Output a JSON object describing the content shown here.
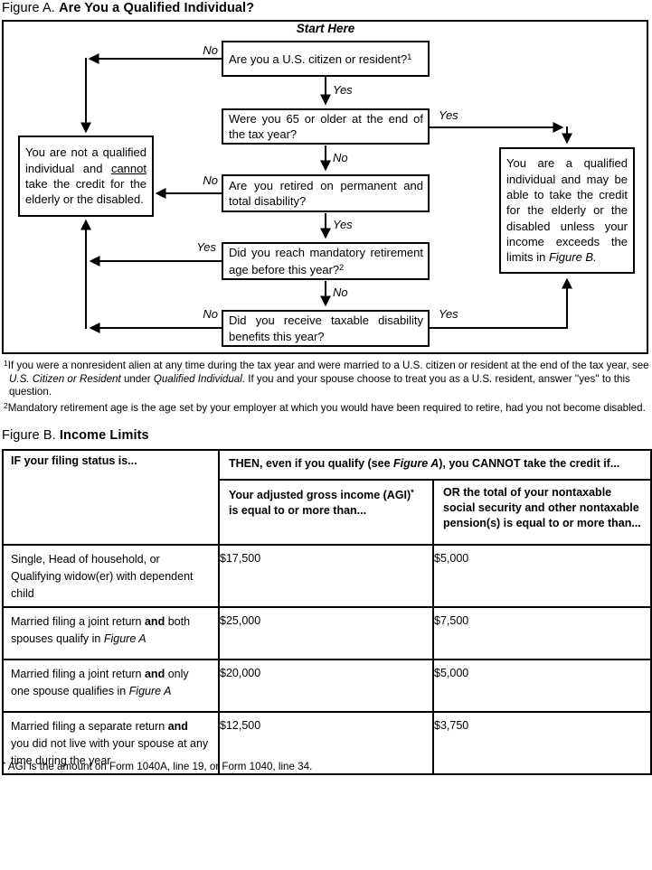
{
  "figure_a": {
    "label": "Figure A.",
    "title": "Are You a Qualified Individual?",
    "start_here": "Start Here",
    "questions": {
      "q1": {
        "text": "Are you a U.S. citizen or resident?",
        "footnote_ref": "1"
      },
      "q2": {
        "text": "Were you 65 or older at the end of the tax year?"
      },
      "q3": {
        "text": "Are you retired on permanent and total disability?"
      },
      "q4": {
        "text": "Did you reach mandatory retirement age before this year?",
        "footnote_ref": "2"
      },
      "q5": {
        "text": "Did you receive taxable disability benefits this year?"
      }
    },
    "labels": {
      "no1": "No",
      "yes1": "Yes",
      "yes2": "Yes",
      "no2": "No",
      "no3": "No",
      "yes3": "Yes",
      "yes4": "Yes",
      "no4": "No",
      "no5": "No",
      "yes5": "Yes"
    },
    "not_qualified": {
      "t1": "You are not a qualified individual and ",
      "u": "cannot",
      "t2": " take the credit for the elderly or the disabled."
    },
    "qualified": {
      "t1": "You are a qualified individual and may be able to take the credit for the elderly or the disabled unless your income exceeds the limits in ",
      "i": "Figure B."
    },
    "footnotes": {
      "f1": {
        "ref": "1",
        "t1": "If you were a nonresident alien at any time during the tax year and were married to a U.S. citizen or resident at the end of the tax year, see ",
        "i1": "U.S. Citizen or Resident",
        "t2": " under ",
        "i2": "Qualified Individual",
        "t3": ". If you and your spouse choose to treat you as a U.S. resident, answer ''yes'' to this question."
      },
      "f2": {
        "ref": "2",
        "t1": "Mandatory retirement age is the age set by your employer at which you would have been required to retire, had you not become disabled."
      }
    }
  },
  "figure_b": {
    "label": "Figure B.",
    "title": "Income Limits",
    "header": {
      "filing_status": "IF your filing status is...",
      "then_t1": "THEN, even if you qualify (see ",
      "then_i": "Figure A",
      "then_t2": "), you CANNOT take the credit if...",
      "agi_t1": "Your adjusted gross income (AGI)",
      "agi_sup": "*",
      "agi_t2": " is equal to or more than...",
      "pension": "OR the total of your nontaxable social security and other nontaxable pension(s) is equal to or more than..."
    },
    "rows": [
      {
        "status_t1": "Single, Head of household, or Qualifying widow(er) with dependent child",
        "agi": "$17,500",
        "pension": "$5,000"
      },
      {
        "status_t1": "Married filing a joint return ",
        "status_b": "and",
        "status_t2": " both spouses qualify in ",
        "status_i": "Figure A",
        "agi": "$25,000",
        "pension": "$7,500"
      },
      {
        "status_t1": "Married filing a joint return ",
        "status_b": "and",
        "status_t2": " only one spouse qualifies in ",
        "status_i": "Figure A",
        "agi": "$20,000",
        "pension": "$5,000"
      },
      {
        "status_t1": "Married filing a separate return ",
        "status_b": "and",
        "status_t2": " you did not live with your spouse at any time during the year",
        "agi": "$12,500",
        "pension": "$3,750"
      }
    ],
    "footnote": {
      "sup": "*",
      "text": " AGI is the amount on Form 1040A, line 19, or Form 1040, line 34."
    }
  }
}
